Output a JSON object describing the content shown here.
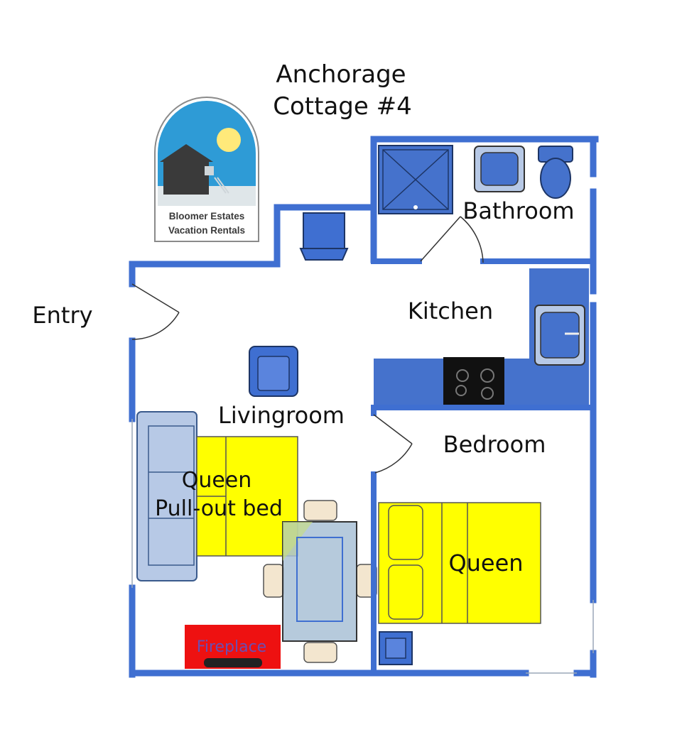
{
  "title": {
    "line1": "Anchorage",
    "line2": "Cottage #4"
  },
  "logo": {
    "line1": "Bloomer Estates",
    "line2": "Vacation Rentals",
    "sky_color": "#2e9bd6",
    "sun_color": "#ffe97a",
    "house_color": "#3a3a3a"
  },
  "rooms": {
    "entry": "Entry",
    "bathroom": "Bathroom",
    "kitchen": "Kitchen",
    "livingroom": "Livingroom",
    "bedroom": "Bedroom"
  },
  "beds": {
    "pullout_line1": "Queen",
    "pullout_line2": "Pull-out bed",
    "bedroom_bed": "Queen"
  },
  "fireplace": "Fireplace",
  "colors": {
    "wall": "#3f6fd1",
    "fixture": "#4572cc",
    "bed": "#ffff00",
    "sofa": "#b7c9e6",
    "fireplace": "#ee1111",
    "table": "#a9c1d6"
  }
}
